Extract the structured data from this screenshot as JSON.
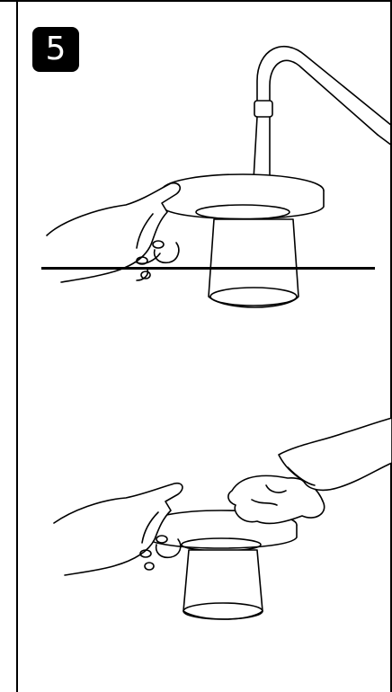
{
  "step": {
    "number": "5"
  },
  "illustrations": {
    "rinse": {
      "icon": "rinse-under-tap-illustration"
    },
    "wipe": {
      "icon": "wipe-with-cloth-illustration"
    }
  },
  "colors": {
    "line": "#000000",
    "background": "#ffffff",
    "badge": "#000000",
    "badge_text": "#ffffff"
  }
}
